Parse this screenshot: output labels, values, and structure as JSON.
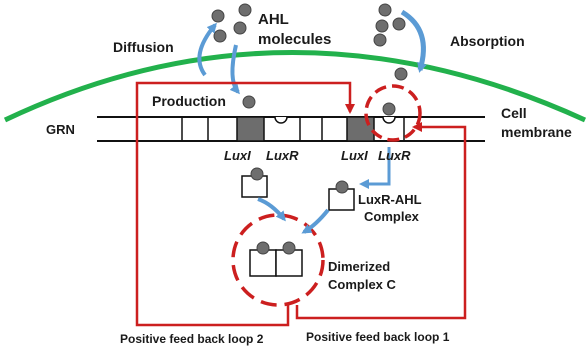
{
  "labels": {
    "ahl_line1": "AHL",
    "ahl_line2": "molecules",
    "diffusion": "Diffusion",
    "absorption": "Absorption",
    "production": "Production",
    "grn": "GRN",
    "cell_membrane_line1": "Cell",
    "cell_membrane_line2": "membrane",
    "luxi_left": "LuxI",
    "luxr_left": "LuxR",
    "luxi_right": "LuxI",
    "luxr_right": "LuxR",
    "complex_line1": "LuxR-AHL",
    "complex_line2": "Complex",
    "dimer_line1": "Dimerized",
    "dimer_line2": "Complex C",
    "loop2": "Positive feed back loop 2",
    "loop1": "Positive feed back loop 1"
  },
  "colors": {
    "membrane": "#22b14c",
    "feedback": "#cc1f1f",
    "arrow": "#5b9bd5",
    "molecule": "#6e6e6e",
    "gene_dark": "#6d6d6d"
  }
}
